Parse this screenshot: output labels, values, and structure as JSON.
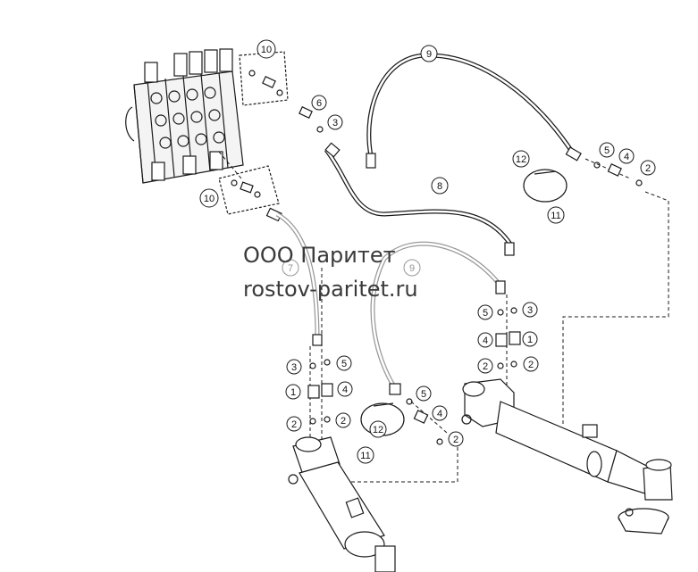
{
  "watermark": {
    "company": "ООО Паритет",
    "site": "rostov-paritet.ru"
  },
  "callouts": [
    "10",
    "6",
    "3",
    "9",
    "12",
    "11",
    "5",
    "4",
    "2",
    "8",
    "10",
    "7",
    "9",
    "5",
    "3",
    "4",
    "1",
    "2",
    "2",
    "3",
    "5",
    "1",
    "4",
    "5",
    "4",
    "2",
    "2",
    "12",
    "11",
    "2"
  ],
  "colors": {
    "line": "#1a1a1a",
    "watermark": "#3a3a3a"
  }
}
